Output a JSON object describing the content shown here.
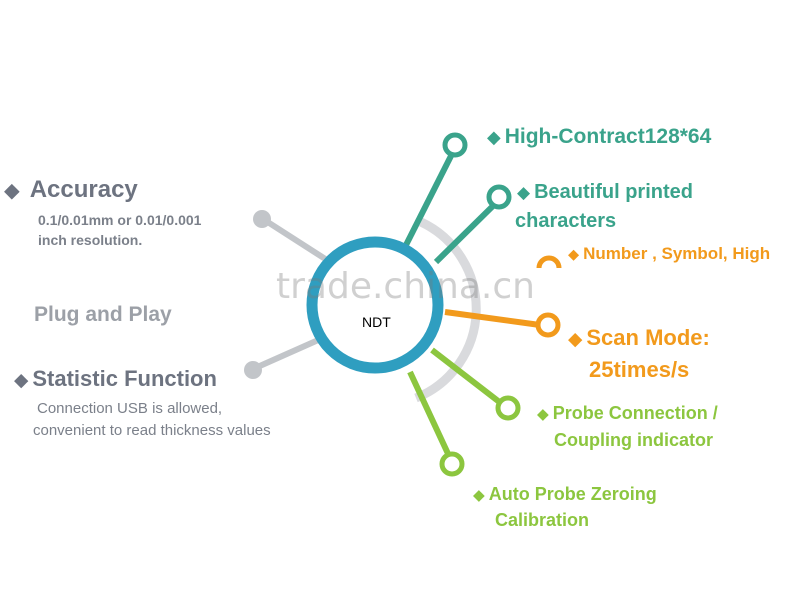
{
  "center": {
    "label": "NDT"
  },
  "watermark": "trade.china.cn",
  "features_right": [
    {
      "title": "High-Contract128*64",
      "color": "#3aa38b"
    },
    {
      "title_line1": "Beautiful printed",
      "title_line2": "characters",
      "color": "#3aa38b"
    },
    {
      "title": "Number , Symbol, High",
      "color": "#f29a1c"
    },
    {
      "title_line1": "Scan Mode:",
      "title_line2": "25times/s",
      "color": "#f29a1c"
    },
    {
      "title_line1": "Probe Connection /",
      "title_line2": "Coupling indicator",
      "color": "#8cc63f"
    },
    {
      "title_line1": "Auto Probe Zeroing",
      "title_line2": "Calibration",
      "color": "#8cc63f"
    }
  ],
  "features_left": [
    {
      "title": "Accuracy",
      "desc_line1": "0.1/0.01mm or 0.01/0.001",
      "desc_line2": "inch resolution."
    },
    {
      "title": "Plug and Play"
    },
    {
      "title": "Statistic Function",
      "desc_line1": "Connection USB is allowed,",
      "desc_line2": "convenient to read thickness values"
    }
  ],
  "icons": {
    "bullet": "diamond-icon",
    "node": "ring-node-icon"
  },
  "colors": {
    "hub": "#2f9ec0",
    "teal": "#3aa38b",
    "orange": "#f29a1c",
    "green": "#8cc63f",
    "gray": "#c2c5c9",
    "arc": "#d9dadd"
  }
}
